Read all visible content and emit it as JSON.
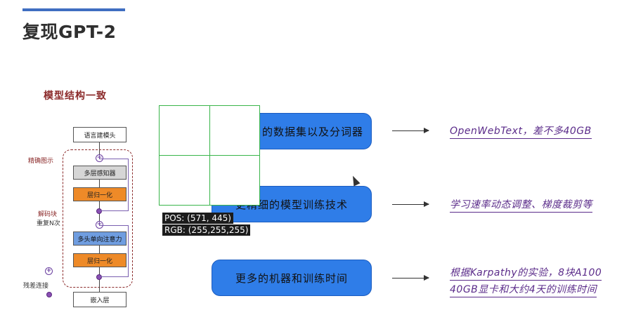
{
  "slide": {
    "title": "复现GPT-2"
  },
  "diagram": {
    "title": "模型结构一致",
    "language_modeling": "语言建模头",
    "mlp": "多层感知器",
    "layer_norm_top": "层归一化",
    "attention": "多头单向注意力",
    "layer_norm_bottom": "层归一化",
    "embedding": "嵌入层",
    "label_fine_tune": "精确图示",
    "label_decoder": "解码块",
    "label_repeat": "重复N次",
    "label_residual": "残差连接"
  },
  "rows": [
    {
      "label": "更大的数据集以及分词器",
      "visible_label": "的数据集以及分词器",
      "result": "OpenWebText，差不多40GB"
    },
    {
      "label": "更精细的模型训练技术",
      "visible_label": "更精细的模型训练技术",
      "result": "学习速率动态调整、梯度裁剪等"
    },
    {
      "label": "更多的机器和训练时间",
      "visible_label": "更多的机器和训练时间",
      "result_line1": "根据Karpathy的实验，8块A100",
      "result_line2": "40GB显卡和大约4天的训练时间"
    }
  ],
  "overlay": {
    "pos_text": "POS:  (571, 445)",
    "rgb_text": "RGB:  (255,255,255)"
  },
  "colors": {
    "accent": "#3f6ec1",
    "pill": "#2f7de8",
    "result_text": "#5b2c8a",
    "grid": "#39b54a"
  }
}
